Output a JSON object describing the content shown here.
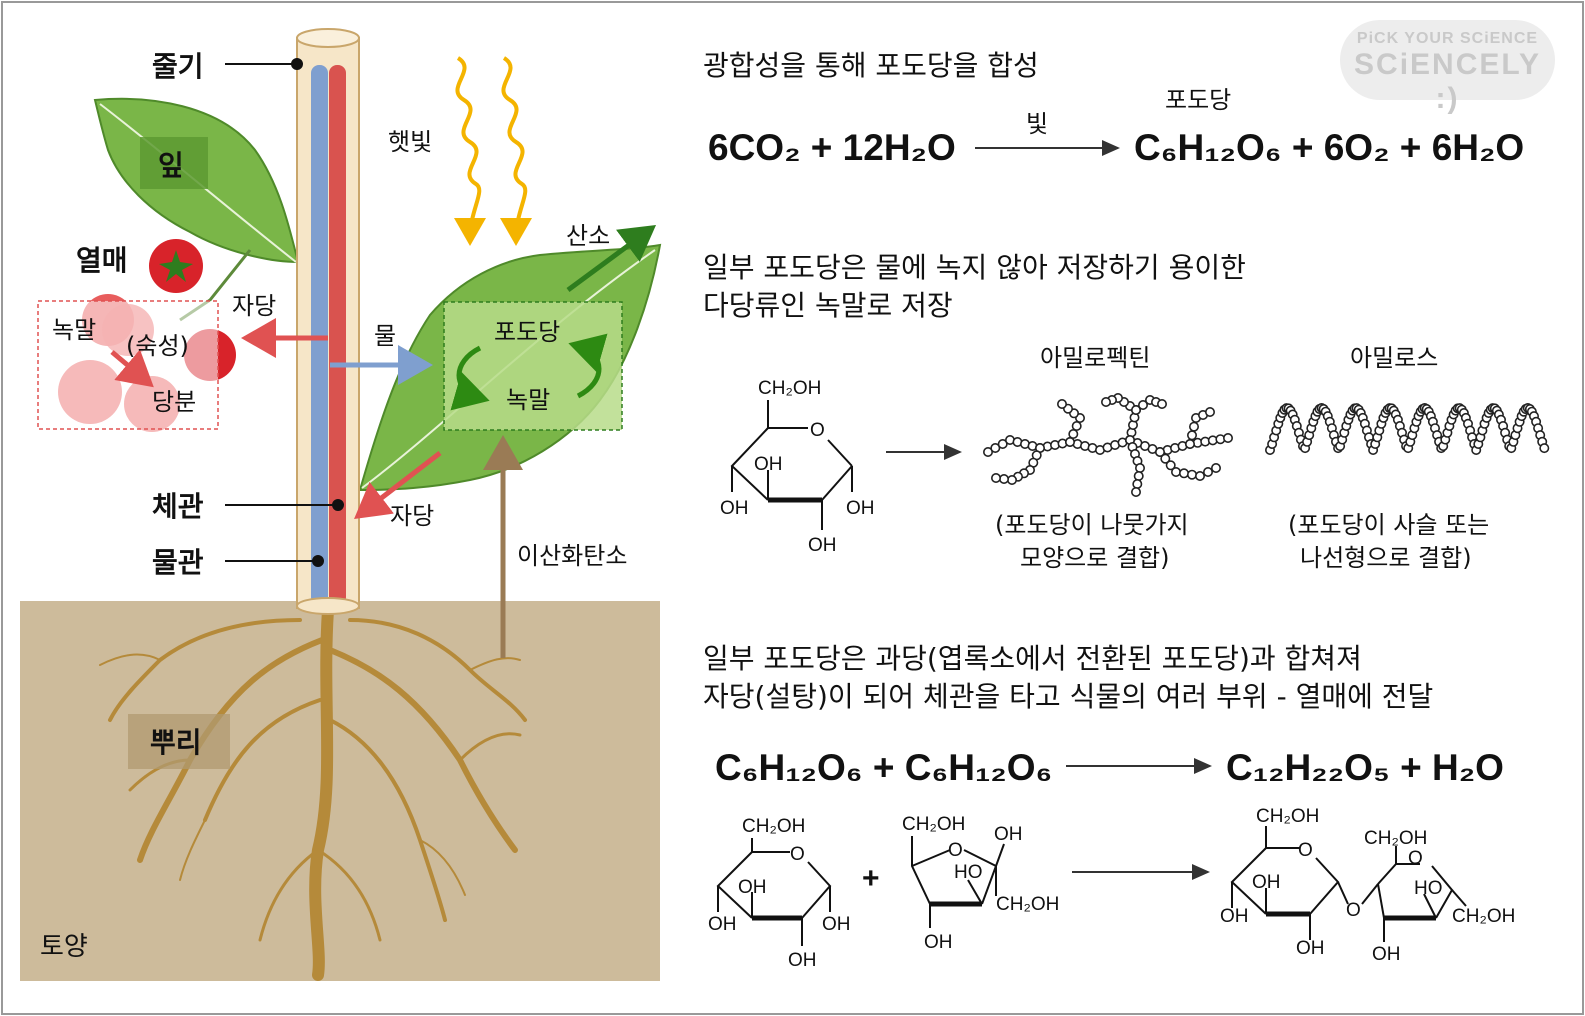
{
  "plant": {
    "stem": "줄기",
    "leaf": "잎",
    "fruit": "열매",
    "phloem": "체관",
    "xylem": "물관",
    "root": "뿌리",
    "soil": "토양",
    "sunlight": "햇빛",
    "oxygen": "산소",
    "water": "물",
    "sucrose_top": "자당",
    "sucrose_bottom": "자당",
    "co2": "이산화탄소",
    "leaf_glucose": "포도당",
    "leaf_starch": "녹말",
    "fruit_starch": "녹말",
    "fruit_ripening": "(숙성)",
    "fruit_sugar": "당분"
  },
  "section1": {
    "title": "광합성을 통해 포도당을 합성",
    "glucose_label": "포도당",
    "light_label": "빛",
    "lhs": "6CO₂ + 12H₂O",
    "rhs": "C₆H₁₂O₆ + 6O₂ + 6H₂O"
  },
  "section2": {
    "line1": "일부 포도당은 물에 녹지 않아 저장하기 용이한",
    "line2": "다당류인 녹말로 저장",
    "amylopectin": "아밀로펙틴",
    "amylose": "아밀로스",
    "amylopectin_desc1": "(포도당이 나뭇가지",
    "amylopectin_desc2": "모양으로 결합)",
    "amylose_desc1": "(포도당이 사슬 또는",
    "amylose_desc2": "나선형으로 결합)"
  },
  "section3": {
    "line1": "일부 포도당은 과당(엽록소에서 전환된 포도당)과 합쳐져",
    "line2": "자당(설탕)이 되어 체관을 타고 식물의 여러 부위 - 열매에 전달",
    "lhs": "C₆H₁₂O₆ + C₆H₁₂O₆",
    "rhs": "C₁₂H₂₂O₅ + H₂O",
    "plus": "+"
  },
  "chem": {
    "ch2oh": "CH₂OH",
    "oh": "OH",
    "ho": "HO",
    "o": "O"
  },
  "logo": {
    "line1": "PiCK YOUR SCiENCE",
    "line2": "SCiENCELY :)"
  },
  "colors": {
    "xylem": "#7f9fcf",
    "phloem": "#d9534f",
    "leaf": "#7ab648",
    "soil": "#cdbb9b",
    "root": "#b58a3a",
    "sun": "#f4b400",
    "oxygen": "#2e7d1e",
    "co2": "#9a7b55"
  }
}
